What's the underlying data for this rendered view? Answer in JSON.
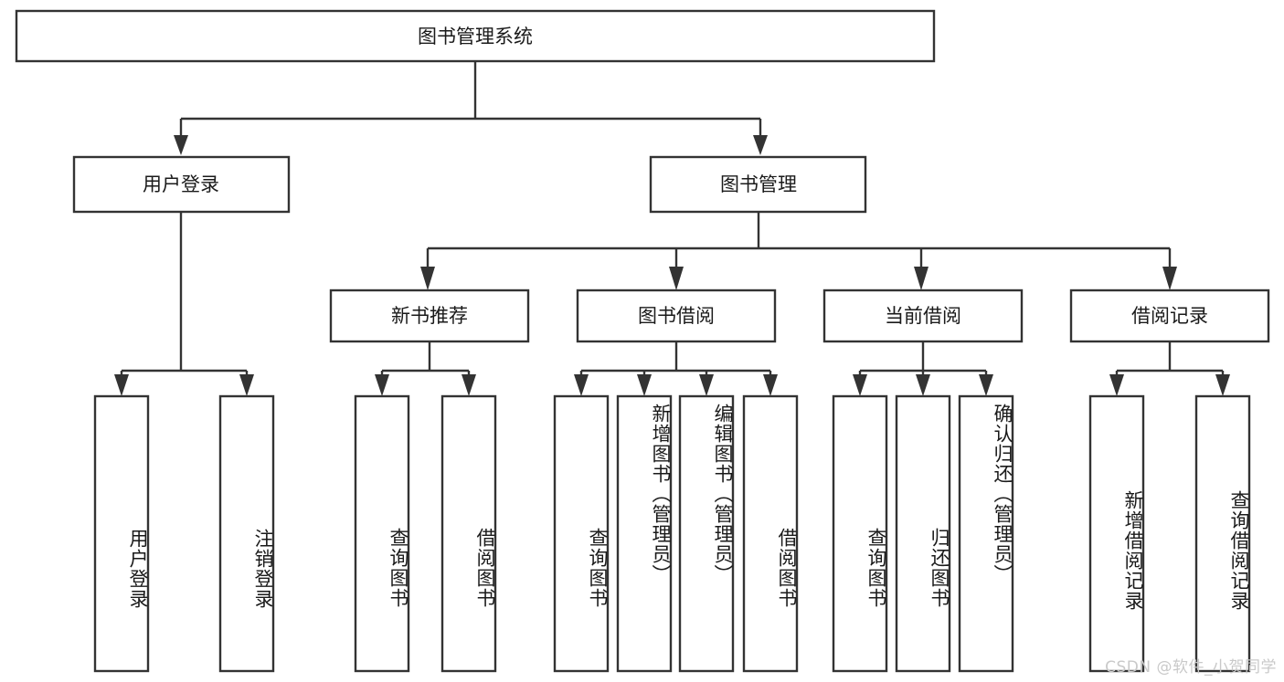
{
  "diagram": {
    "type": "tree-hierarchy",
    "title": "图书管理系统",
    "watermark": "CSDN @软件_小贺同学",
    "colors": {
      "box_stroke": "#333333",
      "box_fill": "#ffffff",
      "text": "#1a1a1a",
      "watermark": "#c9c9c9",
      "background": "#ffffff"
    },
    "root": {
      "label": "图书管理系统"
    },
    "level2": [
      {
        "label": "用户登录"
      },
      {
        "label": "图书管理"
      }
    ],
    "level3": [
      {
        "label": "新书推荐"
      },
      {
        "label": "图书借阅"
      },
      {
        "label": "当前借阅"
      },
      {
        "label": "借阅记录"
      }
    ],
    "leaves": {
      "user_login": [
        {
          "label": "用户登录"
        },
        {
          "label": "注销登录"
        }
      ],
      "new_book_recommend": [
        {
          "label": "查询图书"
        },
        {
          "label": "借阅图书"
        }
      ],
      "book_borrow": [
        {
          "label": "查询图书"
        },
        {
          "label": "新增图书（管理员）"
        },
        {
          "label": "编辑图书（管理员）"
        },
        {
          "label": "借阅图书"
        }
      ],
      "current_borrow": [
        {
          "label": "查询图书"
        },
        {
          "label": "归还图书"
        },
        {
          "label": "确认归还（管理员）"
        }
      ],
      "borrow_record": [
        {
          "label": "新增借阅记录"
        },
        {
          "label": "查询借阅记录"
        }
      ]
    }
  }
}
